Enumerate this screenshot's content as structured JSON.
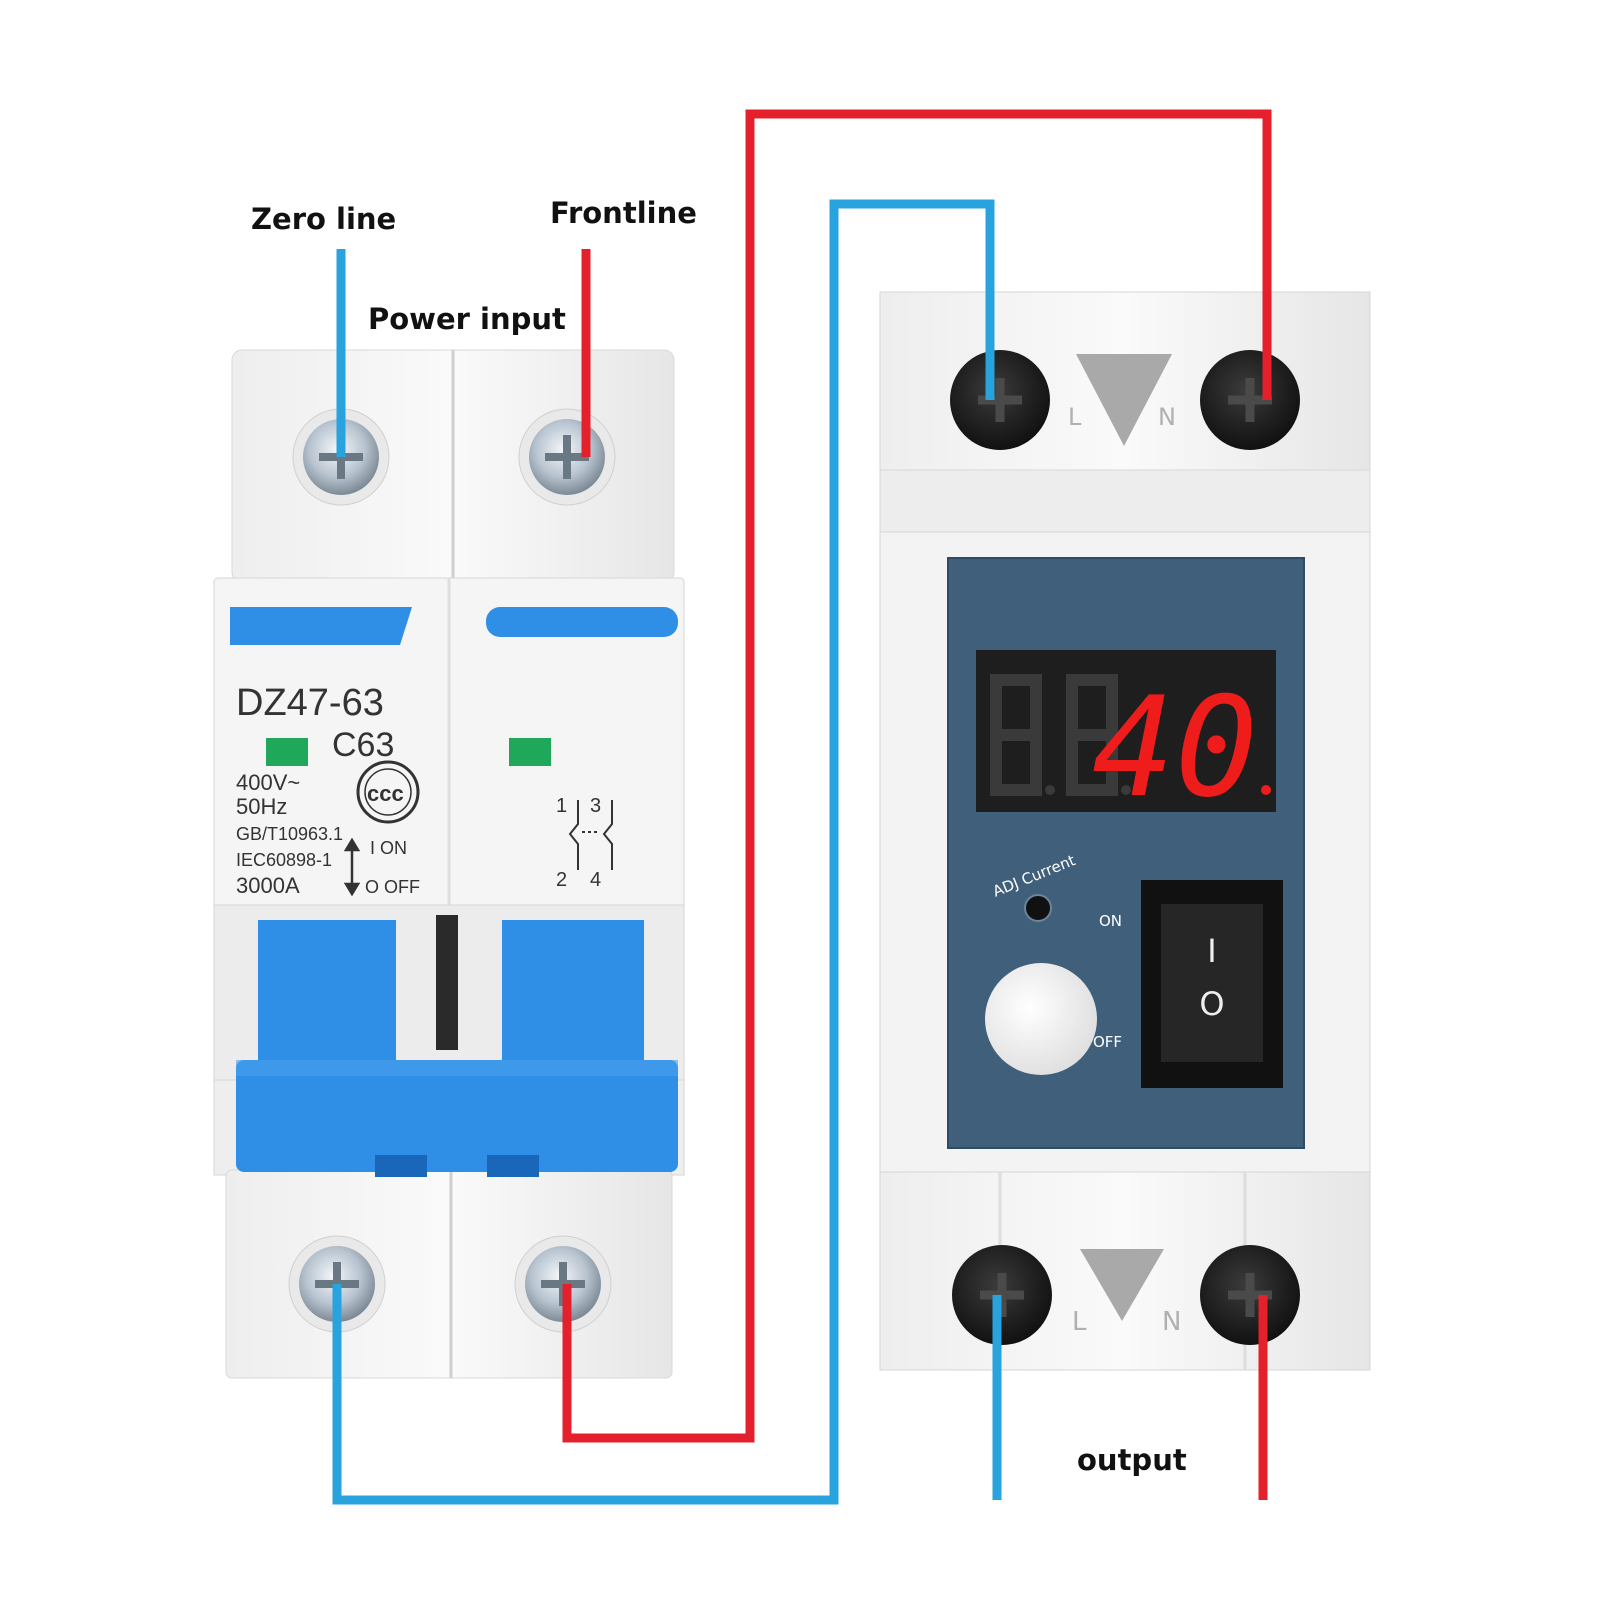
{
  "labels": {
    "zero_line": "Zero line",
    "frontline": "Frontline",
    "power_input": "Power input",
    "output": "output"
  },
  "breaker": {
    "model": "DZ47-63",
    "curve": "C63",
    "voltage": "400V~",
    "frequency": "50Hz",
    "standard_1": "GB/T10963.1",
    "standard_2": "IEC60898-1",
    "capacity": "3000A",
    "on_text": "I ON",
    "off_text": "O OFF",
    "pole_top": "1",
    "pole_top_2": "3",
    "pole_bottom": "2",
    "pole_bottom_2": "4"
  },
  "protector": {
    "display_value": "40",
    "adj_label": "ADJ Current",
    "on_label": "ON",
    "off_label": "OFF",
    "terminal_l": "L",
    "terminal_n": "N",
    "switch_on_glyph": "I",
    "switch_off_glyph": "O"
  },
  "colors": {
    "live_wire": "#e3202b",
    "neutral_wire": "#29a3dd",
    "breaker_blue": "#2f8ee6",
    "panel_blue": "#3f5f7b",
    "led_red": "#ef1c1c"
  }
}
